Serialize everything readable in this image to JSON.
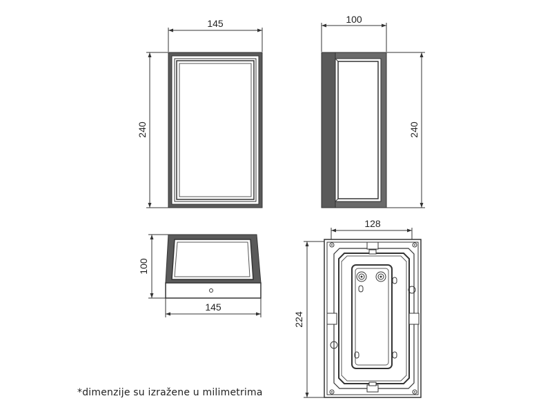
{
  "views": {
    "front": {
      "width_label": "145",
      "height_label": "240"
    },
    "side": {
      "width_label": "100",
      "height_label": "240"
    },
    "bottom": {
      "height_label": "100",
      "width_label": "145"
    },
    "back": {
      "width_label": "128",
      "height_label": "224"
    }
  },
  "note": "*dimenzije su izražene u milimetrima"
}
